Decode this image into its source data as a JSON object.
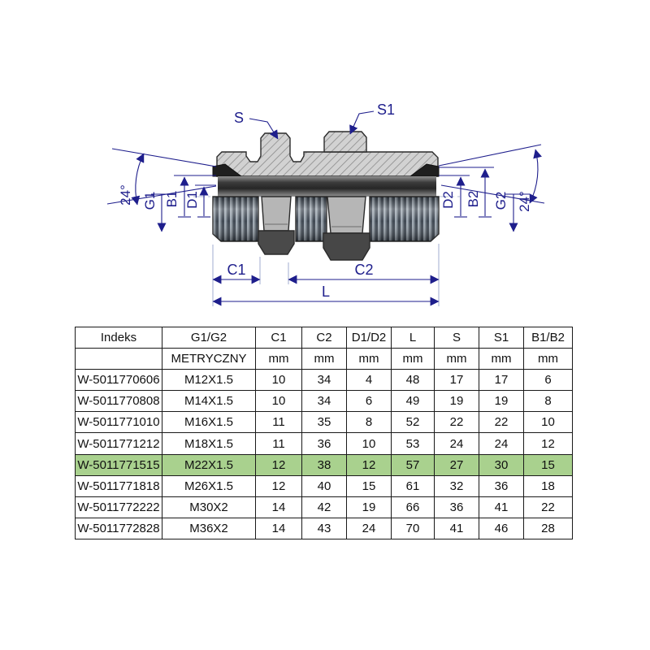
{
  "colors": {
    "dimension_navy": "#1e1e8c",
    "highlight_row_green": "#a9d18e",
    "table_border": "#1a1a1a"
  },
  "drawing": {
    "labels": {
      "s": "S",
      "s1": "S1",
      "angle_left": "24°",
      "g1": "G1",
      "b1": "B1",
      "d1": "D1",
      "d2": "D2",
      "b2": "B2",
      "g2": "G2",
      "angle_right": "24°",
      "c1": "C1",
      "c2": "C2",
      "l": "L"
    }
  },
  "table": {
    "headers": [
      "Indeks",
      "G1/G2",
      "C1",
      "C2",
      "D1/D2",
      "L",
      "S",
      "S1",
      "B1/B2"
    ],
    "units_row": [
      "",
      "METRYCZNY",
      "mm",
      "mm",
      "mm",
      "mm",
      "mm",
      "mm",
      "mm"
    ],
    "rows": [
      [
        "W-5011770606",
        "M12X1.5",
        "10",
        "34",
        "4",
        "48",
        "17",
        "17",
        "6"
      ],
      [
        "W-5011770808",
        "M14X1.5",
        "10",
        "34",
        "6",
        "49",
        "19",
        "19",
        "8"
      ],
      [
        "W-5011771010",
        "M16X1.5",
        "11",
        "35",
        "8",
        "52",
        "22",
        "22",
        "10"
      ],
      [
        "W-5011771212",
        "M18X1.5",
        "11",
        "36",
        "10",
        "53",
        "24",
        "24",
        "12"
      ],
      [
        "W-5011771515",
        "M22X1.5",
        "12",
        "38",
        "12",
        "57",
        "27",
        "30",
        "15"
      ],
      [
        "W-5011771818",
        "M26X1.5",
        "12",
        "40",
        "15",
        "61",
        "32",
        "36",
        "18"
      ],
      [
        "W-5011772222",
        "M30X2",
        "14",
        "42",
        "19",
        "66",
        "36",
        "41",
        "22"
      ],
      [
        "W-5011772828",
        "M36X2",
        "14",
        "43",
        "24",
        "70",
        "41",
        "46",
        "28"
      ]
    ],
    "highlighted_row": 4
  }
}
